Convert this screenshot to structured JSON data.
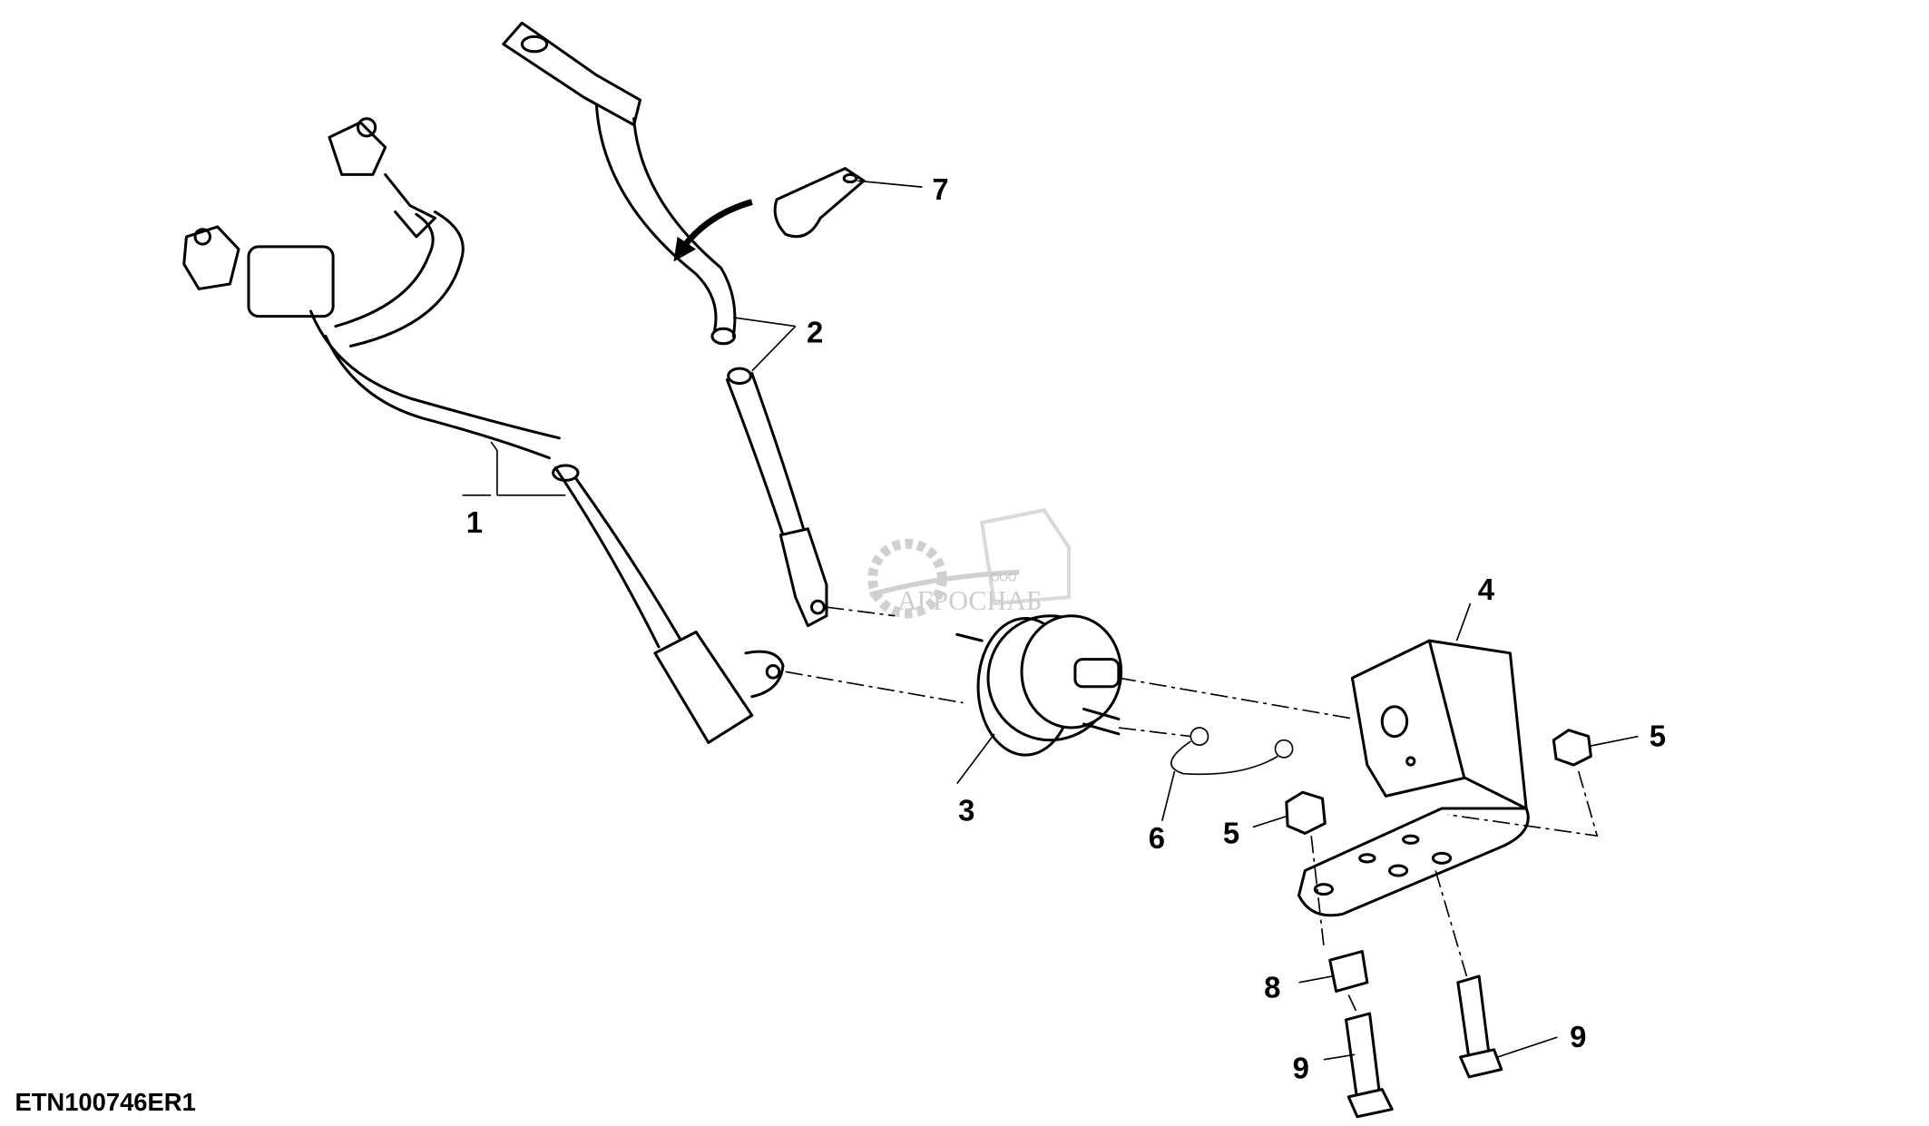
{
  "diagram": {
    "drawing_code": "ETN100746ER1",
    "watermark": {
      "prefix": "ООО",
      "name": "АГРОСНАБ"
    },
    "callouts": [
      {
        "id": "1",
        "part": "battery-cable-negative"
      },
      {
        "id": "2",
        "part": "battery-cable-positive"
      },
      {
        "id": "3",
        "part": "disconnect-switch"
      },
      {
        "id": "4",
        "part": "mounting-bracket"
      },
      {
        "id": "5",
        "part": "nut"
      },
      {
        "id": "5",
        "part": "nut"
      },
      {
        "id": "6",
        "part": "lanyard"
      },
      {
        "id": "7",
        "part": "cable-clamp"
      },
      {
        "id": "8",
        "part": "spacer"
      },
      {
        "id": "9",
        "part": "bolt"
      },
      {
        "id": "9",
        "part": "bolt"
      }
    ]
  }
}
